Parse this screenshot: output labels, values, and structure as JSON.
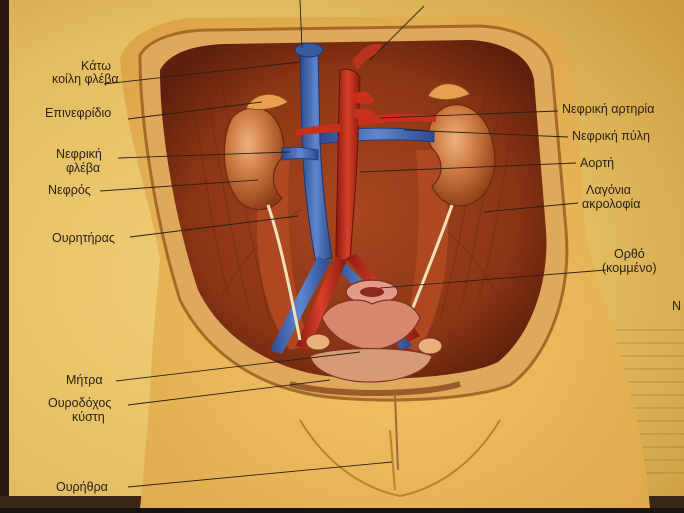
{
  "labels_left": {
    "ivc_line1": "Κάτω",
    "ivc_line2": "κοίλη φλέβα",
    "adrenal": "Επινεφρίδιο",
    "renal_vein_line1": "Νεφρική",
    "renal_vein_line2": "φλέβα",
    "kidney": "Νεφρός",
    "ureter": "Ουρητήρας",
    "uterus": "Μήτρα",
    "bladder_line1": "Ουροδόχος",
    "bladder_line2": "κύστη",
    "urethra": "Ουρήθρα"
  },
  "labels_right": {
    "renal_artery": "Νεφρική αρτηρία",
    "renal_hilum": "Νεφρική πύλη",
    "aorta": "Αορτή",
    "iliac_crest_line1": "Λαγόνια",
    "iliac_crest_line2": "ακρολοφία",
    "rectum_line1": "Ορθό",
    "rectum_line2": "(κομμένο)"
  },
  "edge_fragment": "N",
  "colors": {
    "page": "#e9c66b",
    "muscle": "#9a3a18",
    "vein": "#3b5ea8",
    "artery": "#b52418",
    "skin": "#eab95b",
    "leader": "#2a2118"
  }
}
